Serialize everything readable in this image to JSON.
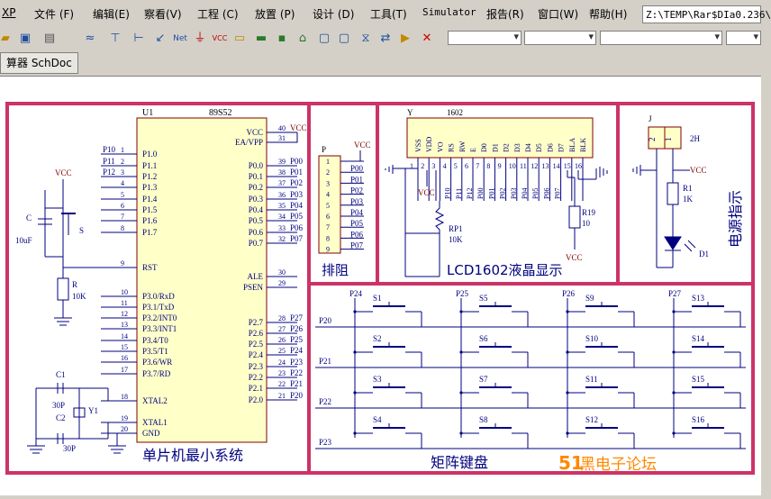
{
  "menu": {
    "first": "XP",
    "items": [
      "文件 (F)",
      "编辑(E)",
      "察看(V)",
      "工程 (C)",
      "放置 (P)",
      "设计 (D)",
      "工具(T)",
      "Simulator",
      "报告(R)",
      "窗口(W)",
      "帮助(H)"
    ]
  },
  "path": "Z:\\TEMP\\Rar$DIa0.236\\",
  "tab": {
    "label": "算器 SchDoc"
  },
  "schematic": {
    "u1": {
      "ref": "U1",
      "part": "89S52",
      "left_pins": [
        {
          "num": "1",
          "name": "P1.0",
          "net": "P10"
        },
        {
          "num": "2",
          "name": "P1.1",
          "net": "P11"
        },
        {
          "num": "3",
          "name": "P1.2",
          "net": "P12"
        },
        {
          "num": "4",
          "name": "P1.3",
          "net": ""
        },
        {
          "num": "5",
          "name": "P1.4",
          "net": ""
        },
        {
          "num": "6",
          "name": "P1.5",
          "net": ""
        },
        {
          "num": "7",
          "name": "P1.6",
          "net": ""
        },
        {
          "num": "8",
          "name": "P1.7",
          "net": ""
        },
        {
          "num": "9",
          "name": "RST",
          "net": ""
        },
        {
          "num": "10",
          "name": "P3.0/RxD",
          "net": ""
        },
        {
          "num": "11",
          "name": "P3.1/TxD",
          "net": ""
        },
        {
          "num": "12",
          "name": "P3.2/INT0",
          "net": ""
        },
        {
          "num": "13",
          "name": "P3.3/INT1",
          "net": ""
        },
        {
          "num": "14",
          "name": "P3.4/T0",
          "net": ""
        },
        {
          "num": "15",
          "name": "P3.5/T1",
          "net": ""
        },
        {
          "num": "16",
          "name": "P3.6/WR",
          "net": ""
        },
        {
          "num": "17",
          "name": "P3.7/RD",
          "net": ""
        },
        {
          "num": "18",
          "name": "XTAL2",
          "net": ""
        },
        {
          "num": "19",
          "name": "XTAL1",
          "net": ""
        },
        {
          "num": "20",
          "name": "GND",
          "net": ""
        }
      ],
      "right_pins": [
        {
          "num": "40",
          "name": "VCC",
          "net": "VCC"
        },
        {
          "num": "31",
          "name": "EA/VPP",
          "net": ""
        },
        {
          "num": "39",
          "name": "P0.0",
          "net": "P00"
        },
        {
          "num": "38",
          "name": "P0.1",
          "net": "P01"
        },
        {
          "num": "37",
          "name": "P0.2",
          "net": "P02"
        },
        {
          "num": "36",
          "name": "P0.3",
          "net": "P03"
        },
        {
          "num": "35",
          "name": "P0.4",
          "net": "P04"
        },
        {
          "num": "34",
          "name": "P0.5",
          "net": "P05"
        },
        {
          "num": "33",
          "name": "P0.6",
          "net": "P06"
        },
        {
          "num": "32",
          "name": "P0.7",
          "net": "P07"
        },
        {
          "num": "30",
          "name": "ALE",
          "net": ""
        },
        {
          "num": "29",
          "name": "PSEN",
          "net": ""
        },
        {
          "num": "28",
          "name": "P2.7",
          "net": "P27"
        },
        {
          "num": "27",
          "name": "P2.6",
          "net": "P26"
        },
        {
          "num": "26",
          "name": "P2.5",
          "net": "P25"
        },
        {
          "num": "25",
          "name": "P2.4",
          "net": "P24"
        },
        {
          "num": "24",
          "name": "P2.3",
          "net": "P23"
        },
        {
          "num": "23",
          "name": "P2.2",
          "net": "P22"
        },
        {
          "num": "22",
          "name": "P2.1",
          "net": "P21"
        },
        {
          "num": "21",
          "name": "P2.0",
          "net": "P20"
        }
      ],
      "components": {
        "c": "C",
        "c_val": "10uF",
        "s": "S",
        "r": "R",
        "r_val": "10K",
        "c1": "C1",
        "c1_val": "30P",
        "c2": "C2",
        "c2_val": "30P",
        "y1": "Y1",
        "vcc": "VCC"
      },
      "title": "单片机最小系统"
    },
    "header_p": {
      "ref": "P",
      "pins": [
        "1",
        "2",
        "3",
        "4",
        "5",
        "6",
        "7",
        "8",
        "9"
      ],
      "nets": [
        "",
        "P00",
        "P01",
        "P02",
        "P03",
        "P04",
        "P05",
        "P06",
        "P07"
      ],
      "vcc": "VCC",
      "title": "排阻"
    },
    "lcd": {
      "ref": "Y",
      "part": "1602",
      "pins": [
        "VSS",
        "VDD",
        "VO",
        "RS",
        "RW",
        "E",
        "D0",
        "D1",
        "D2",
        "D3",
        "D4",
        "D5",
        "D6",
        "D7",
        "BLA",
        "BLK"
      ],
      "nums": [
        "1",
        "2",
        "3",
        "4",
        "5",
        "6",
        "7",
        "8",
        "9",
        "10",
        "11",
        "12",
        "13",
        "14",
        "15",
        "16"
      ],
      "nets": [
        "",
        "",
        "",
        "P10",
        "P11",
        "P12",
        "P00",
        "P01",
        "P02",
        "P03",
        "P04",
        "P05",
        "P06",
        "P07",
        "",
        ""
      ],
      "vcc": "VCC",
      "rp": "RP1",
      "rp_val": "10K",
      "r19": "R19",
      "r19_val": "10",
      "title": "LCD1602液晶显示"
    },
    "power": {
      "ref": "J",
      "pins": [
        "2",
        "1"
      ],
      "part": "2H",
      "r": "R1",
      "r_val": "1K",
      "d": "D1",
      "vcc": "VCC",
      "title": "电源指示"
    },
    "matrix": {
      "cols": [
        "P24",
        "P25",
        "P26",
        "P27"
      ],
      "rows": [
        "P20",
        "P21",
        "P22",
        "P23"
      ],
      "switches": [
        "S1",
        "S5",
        "S9",
        "S13",
        "S2",
        "S6",
        "S10",
        "S14",
        "S3",
        "S7",
        "S11",
        "S15",
        "S4",
        "S8",
        "S12",
        "S16"
      ],
      "title": "矩阵键盘",
      "watermark_num": "51",
      "watermark_text": "黑电子论坛"
    }
  },
  "colors": {
    "frame": "#cc3366",
    "ink": "#00007f",
    "wire": "#00007f",
    "label_blue": "#00007f",
    "watermark": "#ff8800"
  }
}
